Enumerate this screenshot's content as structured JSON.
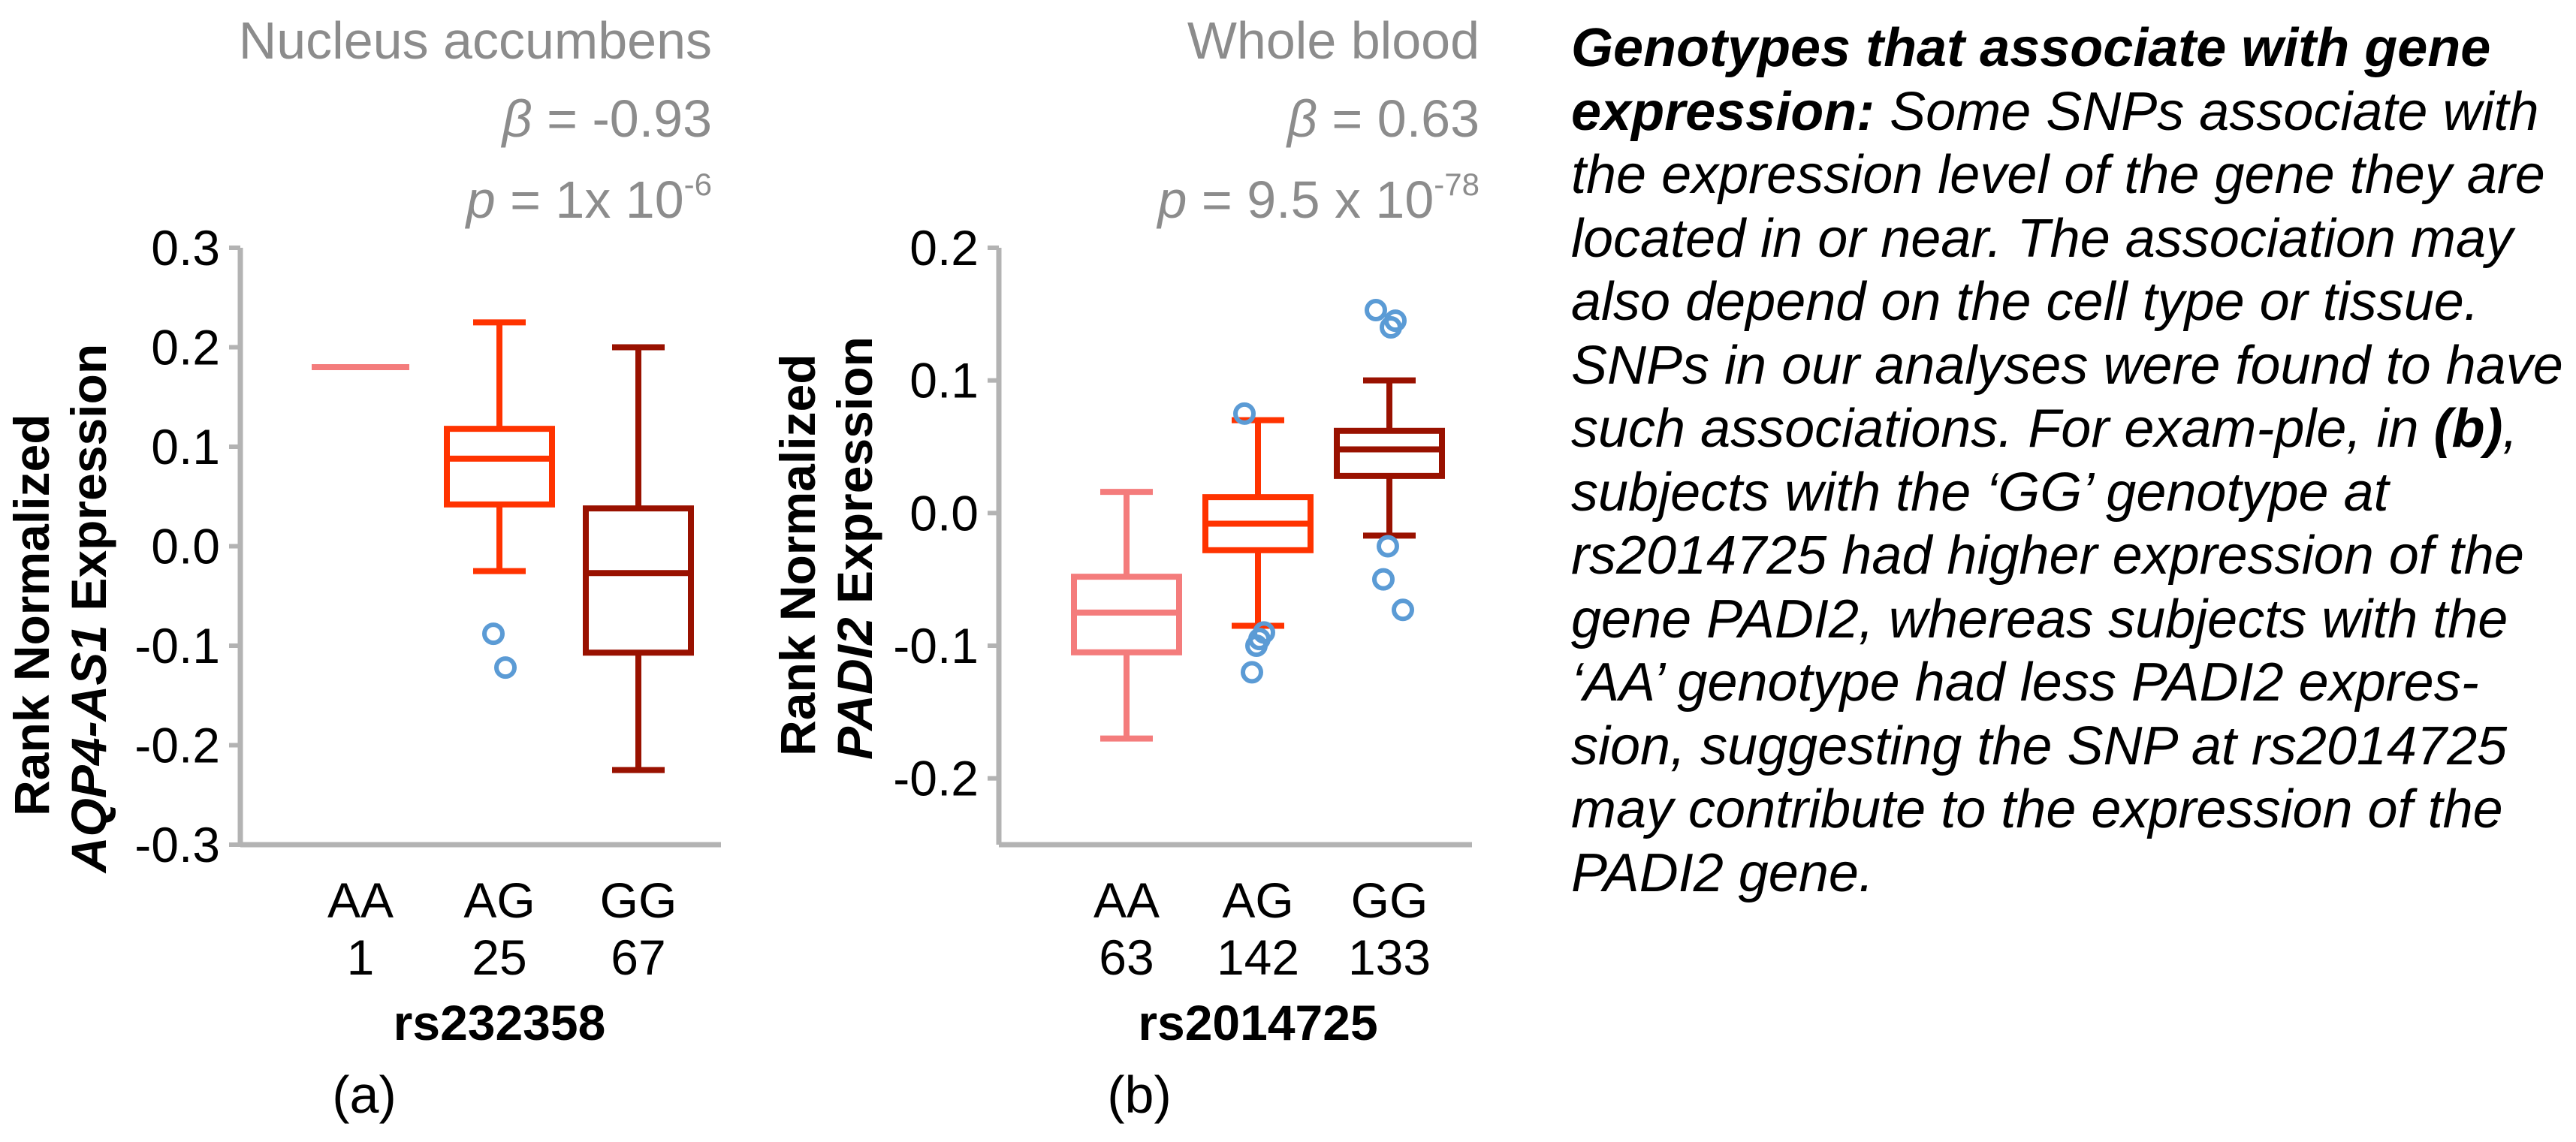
{
  "colors": {
    "AA": "#f47c7c",
    "AG": "#ff3300",
    "GG": "#991100",
    "outlier": "#5b9bd5",
    "axis": "#b3b3b3",
    "header": "#8c8c8c"
  },
  "chart_data": [
    {
      "type": "box",
      "panel_label": "(a)",
      "tissue": "Nucleus accumbens",
      "beta_text": "β = -0.93",
      "p_text": "p = 1x 10",
      "p_exp": "-6",
      "ylabel_prefix": "Rank Normalized",
      "gene": "AQP4-AS1",
      "ylabel_suffix": "Expression",
      "xlabel": "rs232358",
      "ylim": [
        -0.3,
        0.3
      ],
      "yticks": [
        0.3,
        0.2,
        0.1,
        0.0,
        -0.1,
        -0.2,
        -0.3
      ],
      "ytick_labels": [
        "0.3",
        "0.2",
        "0.1",
        "0.0",
        "-0.1",
        "-0.2",
        "-0.3"
      ],
      "categories": [
        "AA",
        "AG",
        "GG"
      ],
      "counts": [
        "1",
        "25",
        "67"
      ],
      "boxes": [
        {
          "genotype": "AA",
          "min": 0.18,
          "q1": 0.18,
          "median": 0.18,
          "q3": 0.18,
          "max": 0.18,
          "outliers": []
        },
        {
          "genotype": "AG",
          "min": -0.025,
          "q1": 0.042,
          "median": 0.088,
          "q3": 0.118,
          "max": 0.225,
          "outliers": [
            -0.088,
            -0.122
          ]
        },
        {
          "genotype": "GG",
          "min": -0.225,
          "q1": -0.107,
          "median": -0.027,
          "q3": 0.038,
          "max": 0.2,
          "outliers": []
        }
      ]
    },
    {
      "type": "box",
      "panel_label": "(b)",
      "tissue": "Whole blood",
      "beta_text": "β = 0.63",
      "p_text": "p = 9.5 x 10",
      "p_exp": "-78",
      "ylabel_prefix": "Rank Normalized",
      "gene": "PADI2",
      "ylabel_suffix": "Expression",
      "xlabel": "rs2014725",
      "ylim": [
        -0.25,
        0.2
      ],
      "yticks": [
        0.2,
        0.1,
        0.0,
        -0.1,
        -0.2
      ],
      "ytick_labels": [
        "0.2",
        "0.1",
        "0.0",
        "-0.1",
        "-0.2"
      ],
      "categories": [
        "AA",
        "AG",
        "GG"
      ],
      "counts": [
        "63",
        "142",
        "133"
      ],
      "boxes": [
        {
          "genotype": "AA",
          "min": -0.17,
          "q1": -0.105,
          "median": -0.075,
          "q3": -0.048,
          "max": 0.016,
          "outliers": []
        },
        {
          "genotype": "AG",
          "min": -0.085,
          "q1": -0.028,
          "median": -0.008,
          "q3": 0.012,
          "max": 0.07,
          "outliers": [
            0.075,
            -0.09,
            -0.095,
            -0.1,
            -0.12
          ]
        },
        {
          "genotype": "GG",
          "min": -0.017,
          "q1": 0.028,
          "median": 0.048,
          "q3": 0.062,
          "max": 0.1,
          "outliers": [
            0.153,
            0.145,
            0.14,
            -0.025,
            -0.05,
            -0.073
          ]
        }
      ]
    }
  ],
  "caption": {
    "lead": "Genotypes that associate with gene expression:",
    "text_1": " Some SNPs associate with the expression level of the gene they are located in or near. The association may also depend on the cell type or tissue. SNPs in our analyses were found to have such associations. For exam-ple, in ",
    "ref": "(b)",
    "text_2": ", subjects with the ‘GG’ genotype at rs2014725 had higher expression of the gene PADI2, whereas subjects with the ‘AA’ genotype had less PADI2 expres-sion, suggesting the SNP at rs2014725 may contribute to the expression of the PADI2 gene."
  }
}
